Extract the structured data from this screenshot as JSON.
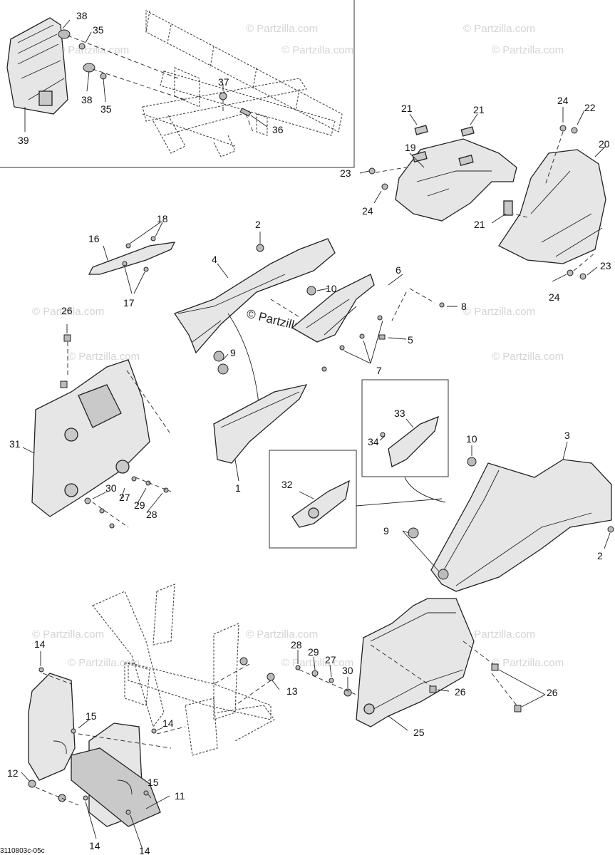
{
  "watermarks": {
    "small": "© Partzilla.com",
    "center": "© Partzilla.com"
  },
  "figure_code": "3110803c-05c",
  "callouts": {
    "c1": "1",
    "c2a": "2",
    "c2b": "2",
    "c3": "3",
    "c4": "4",
    "c5": "5",
    "c6": "6",
    "c7": "7",
    "c8": "8",
    "c9a": "9",
    "c9b": "9",
    "c10a": "10",
    "c10b": "10",
    "c11": "11",
    "c12": "12",
    "c13": "13",
    "c14a": "14",
    "c14b": "14",
    "c14c": "14",
    "c14d": "14",
    "c15a": "15",
    "c15b": "15",
    "c16": "16",
    "c17": "17",
    "c18": "18",
    "c19": "19",
    "c20": "20",
    "c21a": "21",
    "c21b": "21",
    "c21c": "21",
    "c22": "22",
    "c23a": "23",
    "c23b": "23",
    "c24a": "24",
    "c24b": "24",
    "c24c": "24",
    "c25": "25",
    "c26a": "26",
    "c26b": "26",
    "c26c": "26",
    "c27a": "27",
    "c27b": "27",
    "c28a": "28",
    "c28b": "28",
    "c29a": "29",
    "c29b": "29",
    "c30a": "30",
    "c30b": "30",
    "c31": "31",
    "c32": "32",
    "c33": "33",
    "c34": "34",
    "c35a": "35",
    "c35b": "35",
    "c36": "36",
    "c37": "37",
    "c38a": "38",
    "c38b": "38",
    "c39": "39"
  }
}
